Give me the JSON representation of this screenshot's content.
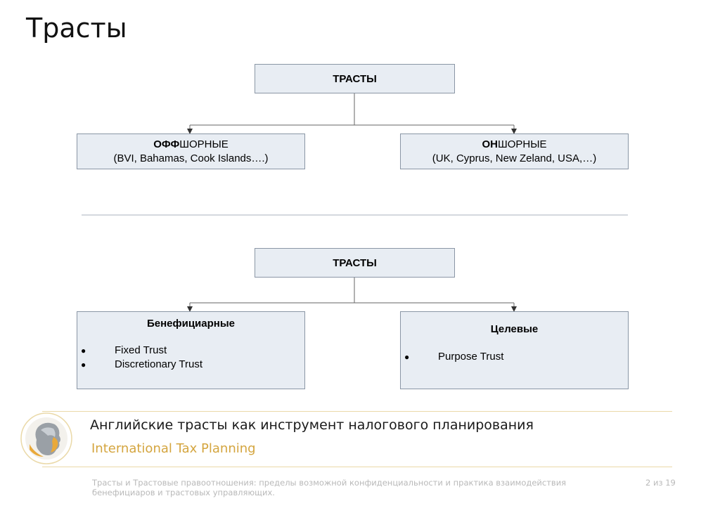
{
  "slide": {
    "title": "Трасты"
  },
  "diagram1": {
    "root": "ТРАСТЫ",
    "left": {
      "bold": "ОФФ",
      "rest": "ШОРНЫЕ",
      "examples": "(BVI, Bahamas, Cook Islands….)"
    },
    "right": {
      "bold": "ОН",
      "rest": "ШОРНЫЕ",
      "examples": "(UK, Cyprus, New Zeland, USA,…)"
    }
  },
  "diagram2": {
    "root": "ТРАСТЫ",
    "left": {
      "title": "Бенефициарные",
      "items": [
        "Fixed Trust",
        "Discretionary Trust"
      ]
    },
    "right": {
      "title": "Целевые",
      "items": [
        "Purpose Trust"
      ]
    }
  },
  "footer": {
    "title": "Английские трасты как инструмент налогового планирования",
    "subtitle": "International Tax Planning",
    "description": "Трасты и Трастовые правоотношения: пределы возможной конфиденциальности и практика взаимодействия бенефициаров и трастовых управляющих.",
    "page": "2 из 19"
  },
  "colors": {
    "box_fill": "#e8edf3",
    "box_border": "#8a96a5",
    "accent_gold": "#d4a53f",
    "footer_text_gray": "#b9b9b9"
  }
}
